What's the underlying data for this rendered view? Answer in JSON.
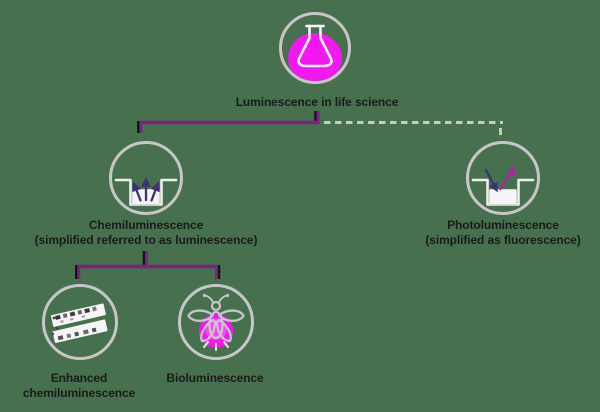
{
  "diagram": {
    "title": "Luminescence in life science",
    "background_color": "#47714E",
    "colors": {
      "magenta_accent": "#F118F1",
      "connector_purple": "#7B2182",
      "connector_dashed_gray": "#CBC8CB",
      "circle_outline_gray": "#C9C6C9",
      "text": "#1A1A1A",
      "arrow_indigo": "#3E3174",
      "arrow_magenta": "#A12AA0"
    },
    "nodes": {
      "root": {
        "label": "Luminescence in life science",
        "icon": "flask-icon"
      },
      "chemiluminescence": {
        "label": "Chemiluminescence",
        "sublabel": "(simplified referred to as luminescence)",
        "icon": "beaker-emission-icon"
      },
      "photoluminescence": {
        "label": "Photoluminescence",
        "sublabel": "(simplified as fluorescence)",
        "icon": "beaker-excitation-emission-icon"
      },
      "enhanced_chemiluminescence": {
        "label_line1": "Enhanced",
        "label_line2": "chemiluminescence",
        "icon": "western-blot-film-icon"
      },
      "bioluminescence": {
        "label": "Bioluminescence",
        "icon": "firefly-icon"
      }
    },
    "connections": [
      {
        "from": "root",
        "to": "chemiluminescence",
        "style": "solid-purple"
      },
      {
        "from": "root",
        "to": "photoluminescence",
        "style": "dashed-gray"
      },
      {
        "from": "chemiluminescence",
        "to": "enhanced_chemiluminescence",
        "style": "solid-purple"
      },
      {
        "from": "chemiluminescence",
        "to": "bioluminescence",
        "style": "solid-purple"
      }
    ]
  }
}
